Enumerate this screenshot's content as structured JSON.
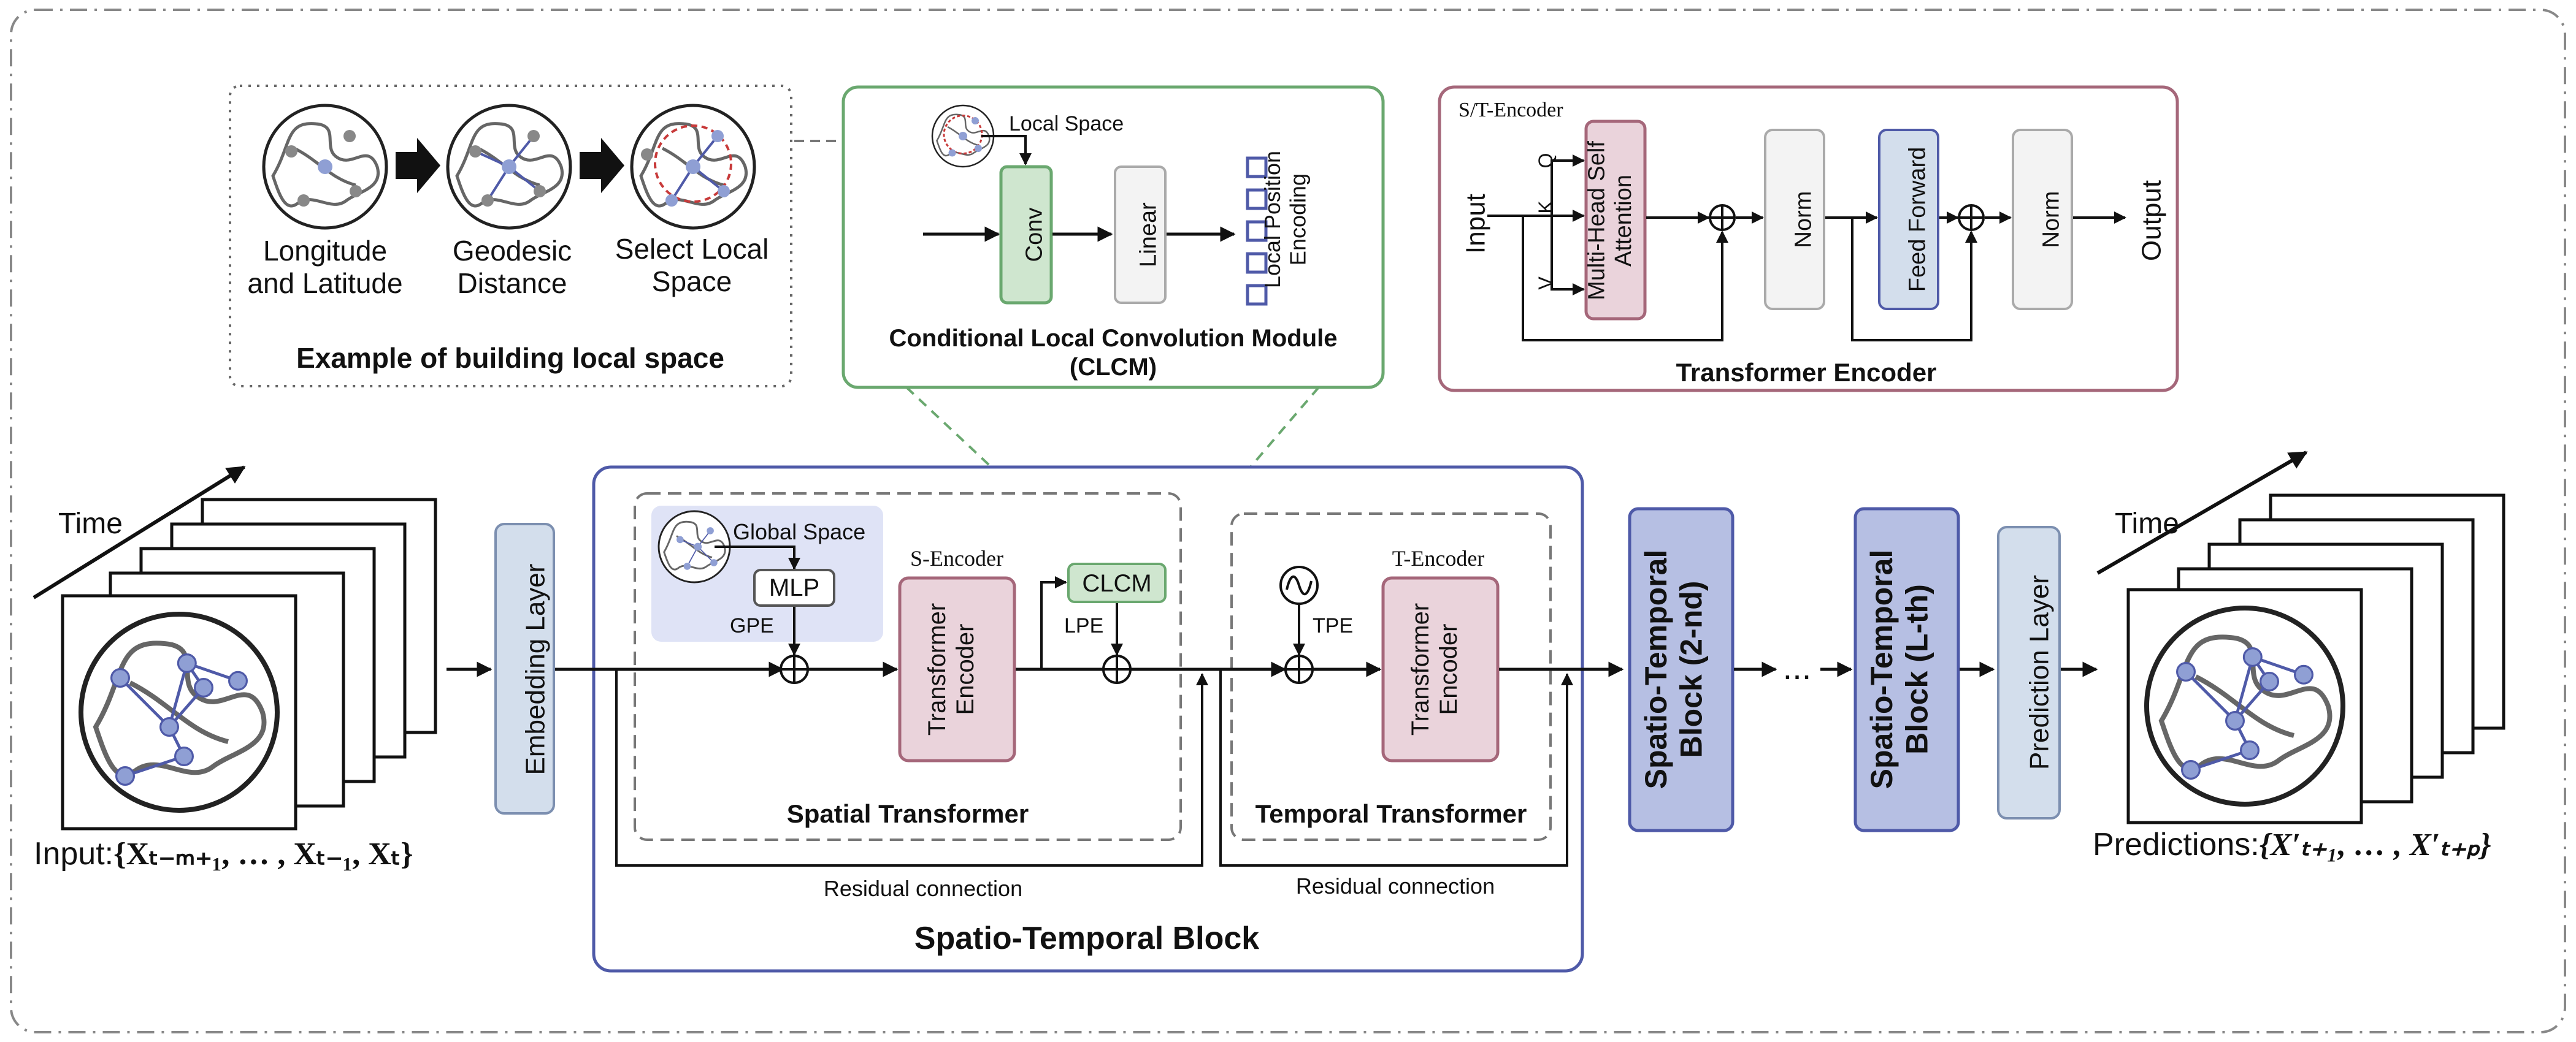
{
  "local_space_example": {
    "steps": [
      "Longitude\nand Latitude",
      "Geodesic\nDistance",
      "Select Local\nSpace"
    ],
    "caption": "Example of building local space"
  },
  "clcm": {
    "local_space_label": "Local Space",
    "conv": "Conv",
    "linear": "Linear",
    "output": "Local Position\nEncoding",
    "caption_line1": "Conditional Local Convolution Module",
    "caption_line2": "(CLCM)"
  },
  "encoder": {
    "tag": "S/T-Encoder",
    "input": "Input",
    "q": "Q",
    "k": "K",
    "v": "V",
    "attention": "Multi-Head Self\nAttention",
    "norm1": "Norm",
    "feed_forward": "Feed Forward",
    "norm2": "Norm",
    "output": "Output",
    "caption": "Transformer Encoder"
  },
  "input_side": {
    "time": "Time",
    "caption_prefix": "Input:",
    "caption_math": "{Xₜ₋ₘ₊₁, … , Xₜ₋₁, Xₜ}"
  },
  "embedding_layer": "Embedding Layer",
  "spatial": {
    "global_space": "Global Space",
    "mlp": "MLP",
    "gpe": "GPE",
    "s_encoder": "S-Encoder",
    "transformer_encoder": "Transformer\nEncoder",
    "clcm": "CLCM",
    "lpe": "LPE",
    "title": "Spatial Transformer",
    "residual": "Residual connection"
  },
  "temporal": {
    "tpe": "TPE",
    "t_encoder": "T-Encoder",
    "transformer_encoder": "Transformer\nEncoder",
    "title": "Temporal Transformer",
    "residual": "Residual connection"
  },
  "st_block_title": "Spatio-Temporal Block",
  "block_2nd": "Spatio-Temporal\nBlock (2-nd)",
  "ellipsis": "...",
  "block_lth": "Spatio-Temporal\nBlock (L-th)",
  "prediction_layer": "Prediction Layer",
  "output_side": {
    "time": "Time",
    "caption_prefix": "Predictions:",
    "caption_math": "{X′ₜ₊₁, … , X′ₜ₊ₚ}"
  },
  "colors": {
    "green_fill": "#cfe6cf",
    "green_stroke": "#6aa86f",
    "pink_fill": "#ead3db",
    "pink_stroke": "#a5677a",
    "blue_fill": "#b6bfe3",
    "blue_stroke": "#4f5aa8",
    "light_blue": "#d3deec",
    "node": "#8f9fd4"
  }
}
